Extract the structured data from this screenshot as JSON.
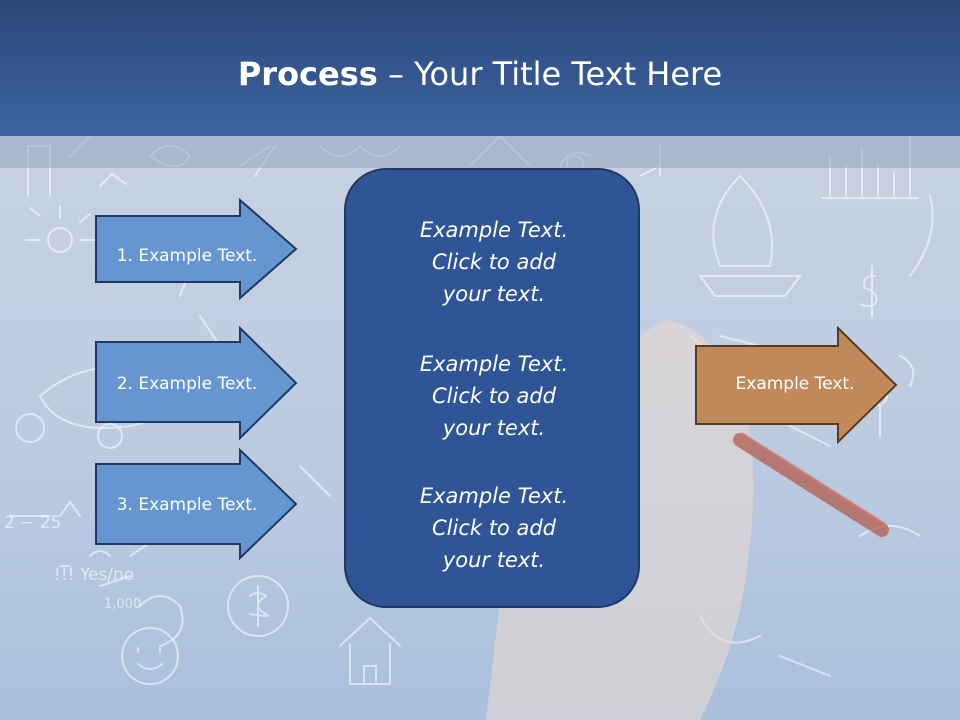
{
  "title": {
    "bold": "Process",
    "dash": " – ",
    "rest": "Your Title Text Here"
  },
  "steps": [
    {
      "label": "1. Example Text."
    },
    {
      "label": "2. Example Text."
    },
    {
      "label": "3. Example Text."
    }
  ],
  "center_blocks": [
    {
      "line1": "Example Text.",
      "line2": "Click  to add",
      "line3": "your text."
    },
    {
      "line1": "Example Text.",
      "line2": "Click  to add",
      "line3": "your text."
    },
    {
      "line1": "Example Text.",
      "line2": "Click  to add",
      "line3": "your text."
    }
  ],
  "output": {
    "label": "Example Text."
  },
  "colors": {
    "title_bar": "#2b4777",
    "step_arrow": "#6596cf",
    "center_box": "#2f5597",
    "output_arrow": "#c0895a"
  }
}
